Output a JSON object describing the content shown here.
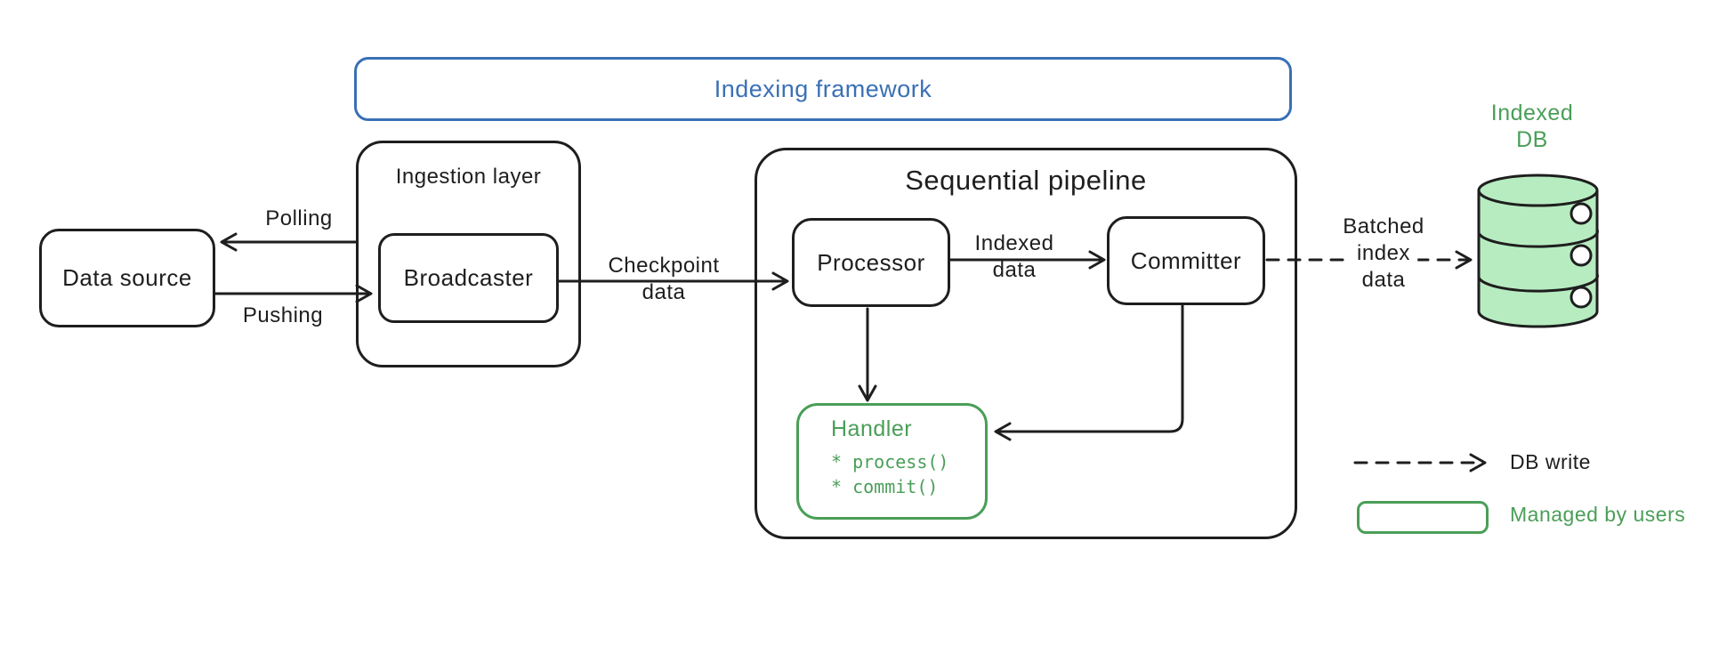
{
  "frame": {
    "title": "Indexing framework"
  },
  "nodes": {
    "data_source": {
      "label": "Data source"
    },
    "ingestion_layer": {
      "label": "Ingestion layer"
    },
    "broadcaster": {
      "label": "Broadcaster"
    },
    "sequential_pipeline": {
      "label": "Sequential pipeline"
    },
    "processor": {
      "label": "Processor"
    },
    "committer": {
      "label": "Committer"
    },
    "handler": {
      "label": "Handler",
      "methods": [
        "* process()",
        "* commit()"
      ]
    },
    "indexed_db": {
      "label_lines": [
        "Indexed",
        "DB"
      ]
    }
  },
  "edges": {
    "polling": {
      "label": "Polling"
    },
    "pushing": {
      "label": "Pushing"
    },
    "checkpoint_data": {
      "label_lines": [
        "Checkpoint",
        "data"
      ]
    },
    "indexed_data": {
      "label_lines": [
        "Indexed",
        "data"
      ]
    },
    "batched_index_data": {
      "label_lines": [
        "Batched",
        "index",
        "data"
      ]
    }
  },
  "legend": {
    "db_write": "DB write",
    "managed_by_users": "Managed by users"
  },
  "colors": {
    "frame_blue": "#3a70b5",
    "green_stroke": "#4a9e58",
    "green_fill": "#b7ecc1",
    "ink": "#1e1e1e"
  }
}
